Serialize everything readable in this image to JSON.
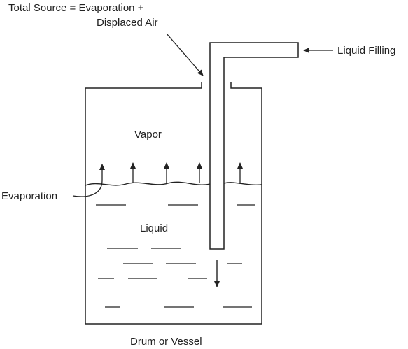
{
  "labels": {
    "total_source_line1": "Total Source = Evaporation +",
    "total_source_line2": "Displaced Air",
    "liquid_filling": "Liquid Filling",
    "vapor": "Vapor",
    "evaporation": "Evaporation",
    "liquid": "Liquid",
    "vessel": "Drum or Vessel"
  },
  "colors": {
    "stroke": "#222222",
    "background": "#ffffff"
  }
}
